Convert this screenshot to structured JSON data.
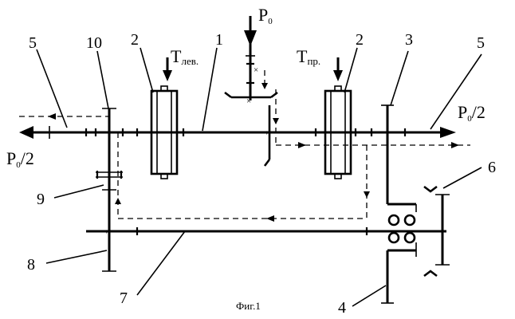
{
  "labels": {
    "n1": "1",
    "n2_left": "2",
    "n2_right": "2",
    "n3": "3",
    "n4": "4",
    "n5_left": "5",
    "n5_right": "5",
    "n6": "6",
    "n7": "7",
    "n8": "8",
    "n9": "9",
    "n10": "10"
  },
  "loads": {
    "p0_main": "P",
    "p0_main_sub": "0",
    "p0_left_main": "P",
    "p0_left_sub": "0",
    "p0_left_rest": "/2",
    "p0_right_main": "P",
    "p0_right_sub": "0",
    "p0_right_rest": "/2"
  },
  "torques": {
    "left_main": "T",
    "left_sub": "лев.",
    "right_main": "T",
    "right_sub": "пр."
  },
  "caption": "Фиг.1"
}
